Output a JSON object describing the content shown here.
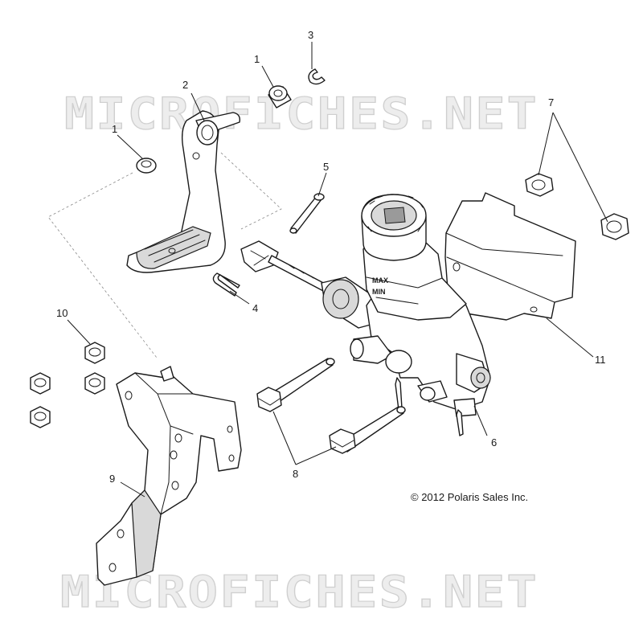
{
  "watermark": {
    "text": "MICROFICHES.NET"
  },
  "copyright": "© 2012 Polaris Sales Inc.",
  "reservoir_marks": {
    "max": "MAX",
    "min": "MIN"
  },
  "callouts": {
    "c1a": "1",
    "c1b": "1",
    "c2": "2",
    "c3": "3",
    "c4": "4",
    "c5": "5",
    "c6": "6",
    "c7": "7",
    "c8": "8",
    "c9": "9",
    "c10": "10",
    "c11": "11"
  }
}
